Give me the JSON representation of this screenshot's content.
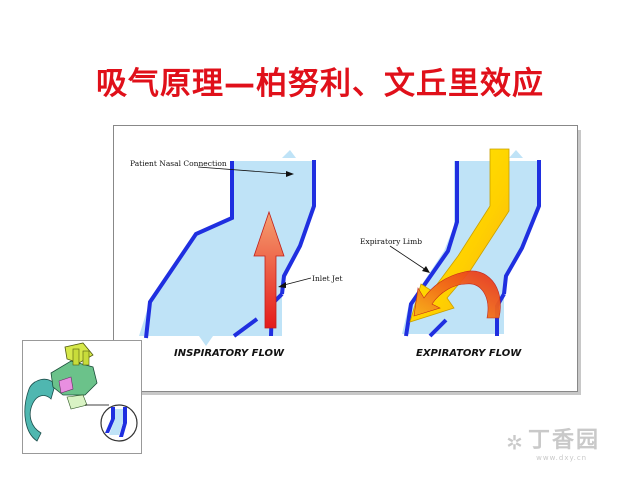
{
  "title": "吸气原理—柏努利、文丘里效应",
  "diagram": {
    "inspiratory": {
      "label_nasal": "Patient Nasal Connection",
      "label_jet": "Inlet Jet",
      "caption": "INSPIRATORY FLOW"
    },
    "expiratory": {
      "label_limb": "Expiratory Limb",
      "caption": "EXPIRATORY FLOW"
    }
  },
  "watermark": {
    "name": "丁香园",
    "url": "www.dxy.cn"
  },
  "colors": {
    "title": "#e0101a",
    "fluid": "#bfe3f7",
    "wall": "#1f2fe0",
    "arrow_red": "#e8321e",
    "arrow_yellow": "#ffef00"
  }
}
